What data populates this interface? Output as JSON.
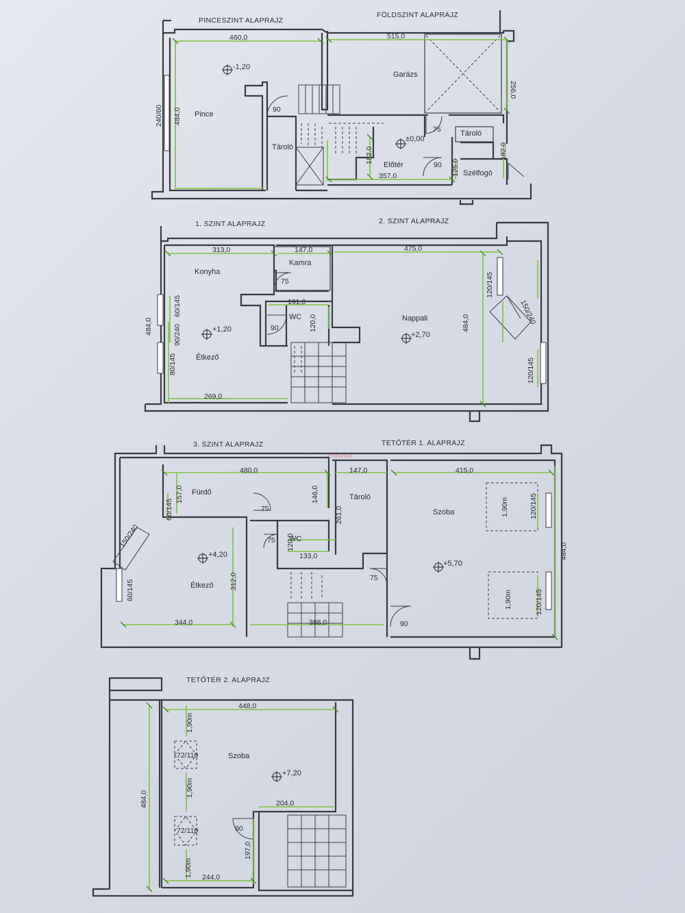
{
  "titles": {
    "basement": "PINCESZINT ALAPRAJZ",
    "ground": "FÖLDSZINT ALAPRAJZ",
    "level1": "1. SZINT ALAPRAJZ",
    "level2": "2. SZINT ALAPRAJZ",
    "level3": "3. SZINT ALAPRAJZ",
    "attic1": "TETŐTÉR 1. ALAPRAJZ",
    "attic2": "TETŐTÉR 2. ALAPRAJZ"
  },
  "watermark": "miosz",
  "rooms": {
    "pince": "Pince",
    "taroloB": "Tároló",
    "garazs": "Garázs",
    "taroloG": "Tároló",
    "eloter": "Előtér",
    "szelfogo": "Szélfogó",
    "konyha": "Konyha",
    "kamra": "Kamra",
    "wc1": "WC",
    "etkezo1": "Étkező",
    "nappali": "Nappali",
    "furdo": "Fürdő",
    "taroloT": "Tároló",
    "wc3": "WC",
    "etkezo3": "Étkező",
    "szoba1": "Szoba",
    "szoba2": "Szoba"
  },
  "levels": {
    "basement": "-1,20",
    "ground": "±0,00",
    "level1": "+1,20",
    "level2": "+2,70",
    "level3": "+4,20",
    "attic1": "+5,70",
    "attic2": "+7,20"
  },
  "dims": {
    "b_460": "460,0",
    "b_484": "484,0",
    "b_240_60": "240/60",
    "b_90": "90",
    "g_515": "515,0",
    "g_256": "256,0",
    "g_75": "75",
    "g_182a": "182,0",
    "g_357": "357,0",
    "g_90": "90",
    "g_125": "125,0",
    "g_182b": "182,0",
    "l1_313": "313,0",
    "l1_147": "147,0",
    "l1_75": "75",
    "l1_191": "191,0",
    "l1_120": "120,0",
    "l1_90": "90",
    "l1_484": "484,0",
    "l1_90_240": "90/240",
    "l1_60_145": "60/145",
    "l1_80_145": "80/145",
    "l1_269": "269,0",
    "l2_475": "475,0",
    "l2_120_145a": "120/145",
    "l2_150_240": "150/240",
    "l2_484": "484,0",
    "l2_120_145b": "120/145",
    "l3_480": "480,0",
    "l3_157": "157,0",
    "l3_60_145a": "60/145",
    "l3_75a": "75",
    "l3_146": "146,0",
    "l3_147": "147,0",
    "l3_261": "261,0",
    "l3_150_240": "150/240",
    "l3_75b": "75",
    "l3_120": "120,0",
    "l3_133": "133,0",
    "l3_312": "312,0",
    "l3_60_145b": "60/145",
    "l3_344": "344,0",
    "l3_388": "388,0",
    "l3_75c": "75",
    "a1_415": "415,0",
    "a1_190a": "1,90m",
    "a1_120_145a": "120/145",
    "a1_484": "484,0",
    "a1_190b": "1,90m",
    "a1_120_145b": "120/145",
    "a1_90": "90",
    "a2_448": "448,0",
    "a2_190a": "1,90m",
    "a2_72_110a": "72/110",
    "a2_484": "484,0",
    "a2_190b": "1,90m",
    "a2_204": "204,0",
    "a2_72_110b": "72/110",
    "a2_90": "90",
    "a2_197": "197,0",
    "a2_190c": "1,90m",
    "a2_244": "244,0"
  },
  "colors": {
    "walls": "#3a3a44",
    "dimensions": "#7cc23a",
    "paper": "#e2e5ec"
  }
}
